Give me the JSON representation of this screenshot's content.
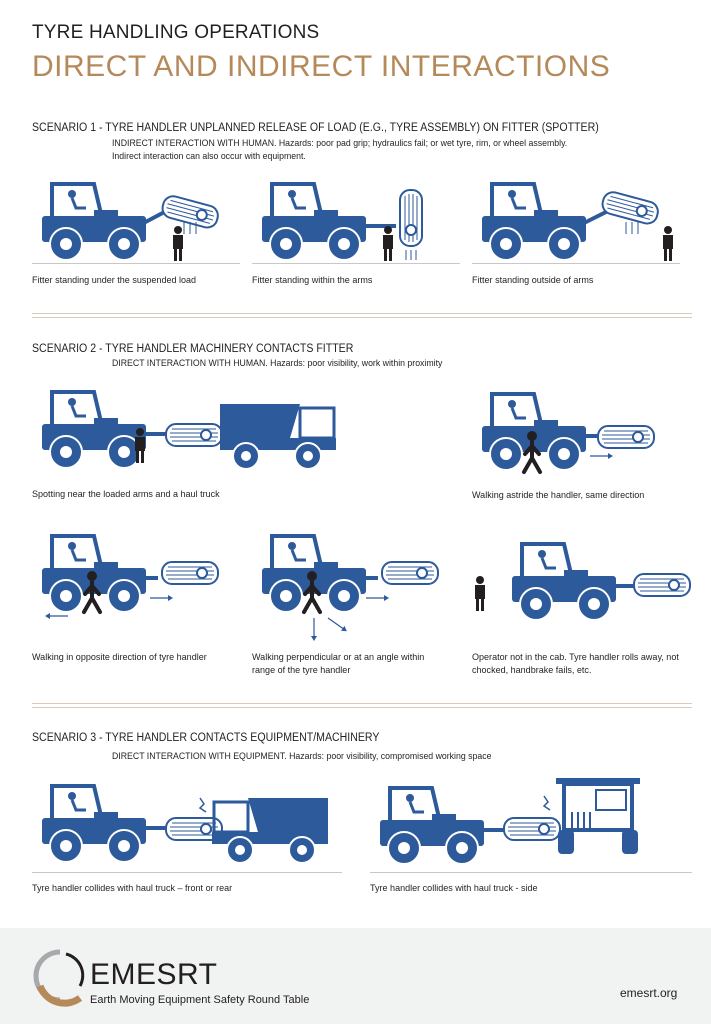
{
  "header": {
    "title": "TYRE HANDLING OPERATIONS",
    "subtitle": "DIRECT AND INDIRECT INTERACTIONS"
  },
  "scenarios": [
    {
      "heading": "SCENARIO 1 - TYRE HANDLER UNPLANNED RELEASE OF LOAD (E.G., TYRE ASSEMBLY) ON FITTER (SPOTTER)",
      "description": [
        "INDIRECT INTERACTION WITH HUMAN. Hazards: poor pad grip; hydraulics fail; or wet tyre, rim, or wheel assembly.",
        "Indirect interaction can also occur with equipment."
      ],
      "captions": [
        "Fitter standing under the suspended load",
        "Fitter standing within the arms",
        "Fitter standing outside of arms"
      ]
    },
    {
      "heading": "SCENARIO 2 - TYRE HANDLER MACHINERY CONTACTS FITTER",
      "description": [
        "DIRECT INTERACTION WITH HUMAN. Hazards: poor visibility, work within proximity"
      ],
      "captions": [
        "Spotting near the loaded arms and a haul truck",
        "Walking astride the handler, same direction",
        "Walking in opposite direction of tyre handler",
        "Walking perpendicular or at an angle within range of the tyre handler",
        "Operator not in the cab. Tyre handler rolls away, not chocked, handbrake fails, etc."
      ]
    },
    {
      "heading": "SCENARIO 3 - TYRE HANDLER CONTACTS EQUIPMENT/MACHINERY",
      "description": [
        "DIRECT INTERACTION WITH EQUIPMENT. Hazards: poor visibility, compromised working space"
      ],
      "captions": [
        "Tyre handler collides with haul truck – front or rear",
        "Tyre handler collides with haul truck - side"
      ]
    }
  ],
  "footer": {
    "logo_name": "EMESRT",
    "logo_tagline": "Earth Moving Equipment Safety Round Table",
    "url": "emesrt.org"
  },
  "colors": {
    "machine_blue": "#2d5a9a",
    "accent_tan": "#b5895a",
    "footer_bg": "#f1f2f2"
  }
}
